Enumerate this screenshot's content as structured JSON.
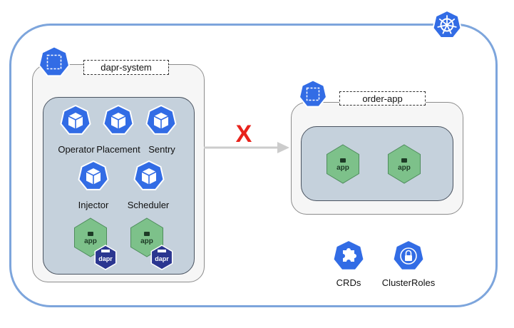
{
  "system_namespace": {
    "label": "dapr-system",
    "components": [
      "Operator",
      "Placement",
      "Sentry",
      "Injector",
      "Scheduler"
    ],
    "apps": [
      {
        "text": "app",
        "badge": "dapr"
      },
      {
        "text": "app",
        "badge": "dapr"
      }
    ]
  },
  "app_namespace": {
    "label": "order-app",
    "apps": [
      {
        "text": "app"
      },
      {
        "text": "app"
      }
    ]
  },
  "blocked_marker": "X",
  "cluster_resources": [
    "CRDs",
    "ClusterRoles"
  ],
  "colors": {
    "k8s_blue": "#326ce5",
    "app_green": "#7dc18a",
    "dapr_navy": "#2b3690",
    "blocked_red": "#e8231c",
    "cluster_border": "#7da5dc"
  },
  "icons": [
    "kubernetes-helm-icon",
    "namespace-icon",
    "cube-icon",
    "app-icon",
    "dapr-badge-icon",
    "puzzle-icon",
    "lock-icon",
    "arrow-icon"
  ]
}
